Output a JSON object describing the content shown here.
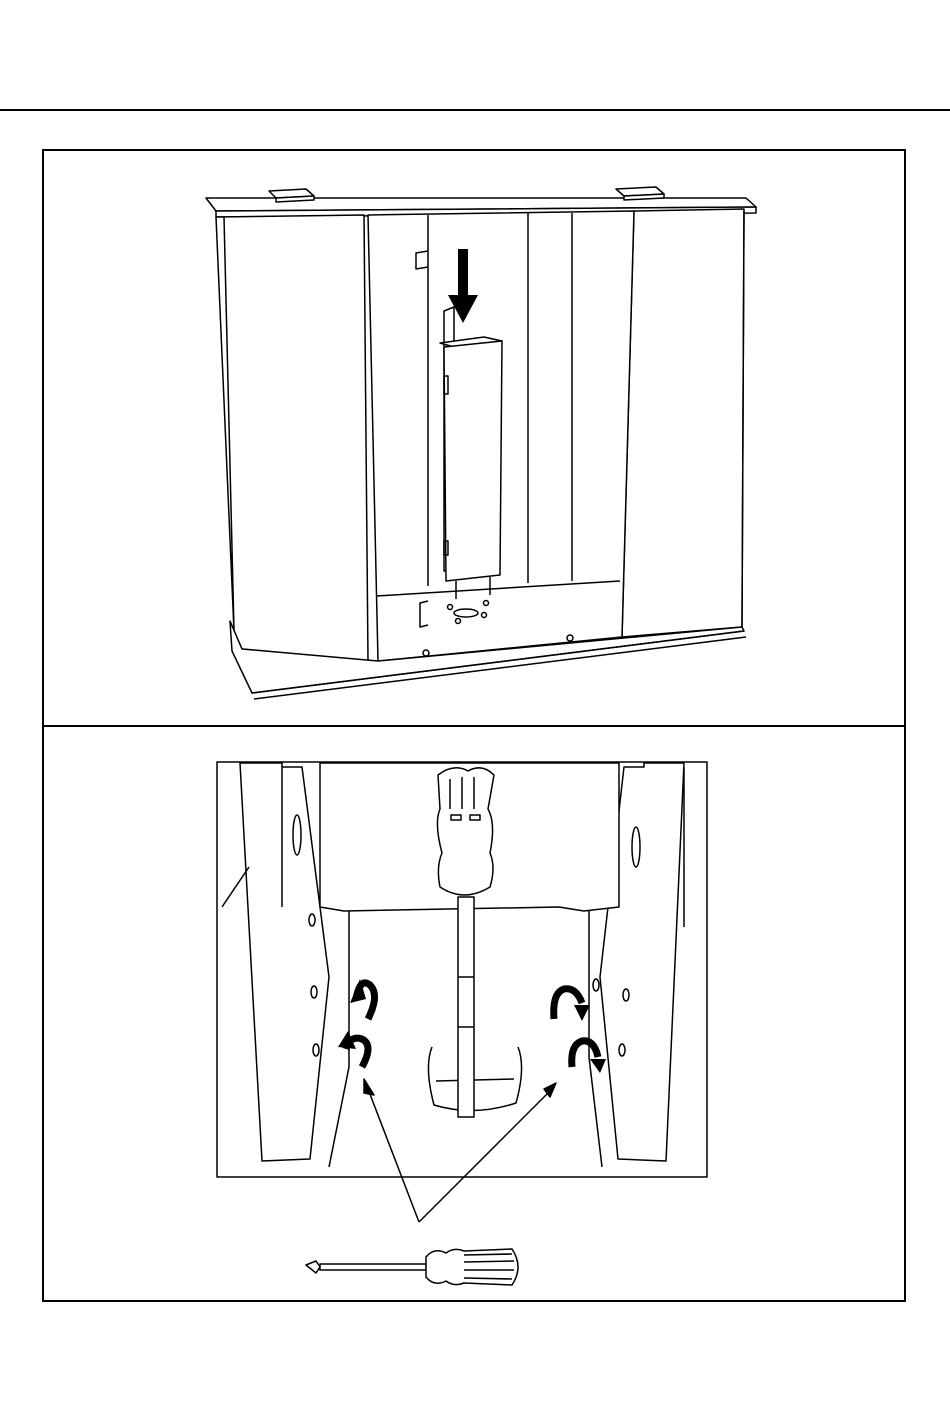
{
  "document": {
    "steps": [
      {
        "figure": "cabinet-rear-view",
        "callout": "down-arrow"
      },
      {
        "figure": "close-up-bracket-screws",
        "tool": "phillips-screwdriver-icon"
      }
    ]
  }
}
